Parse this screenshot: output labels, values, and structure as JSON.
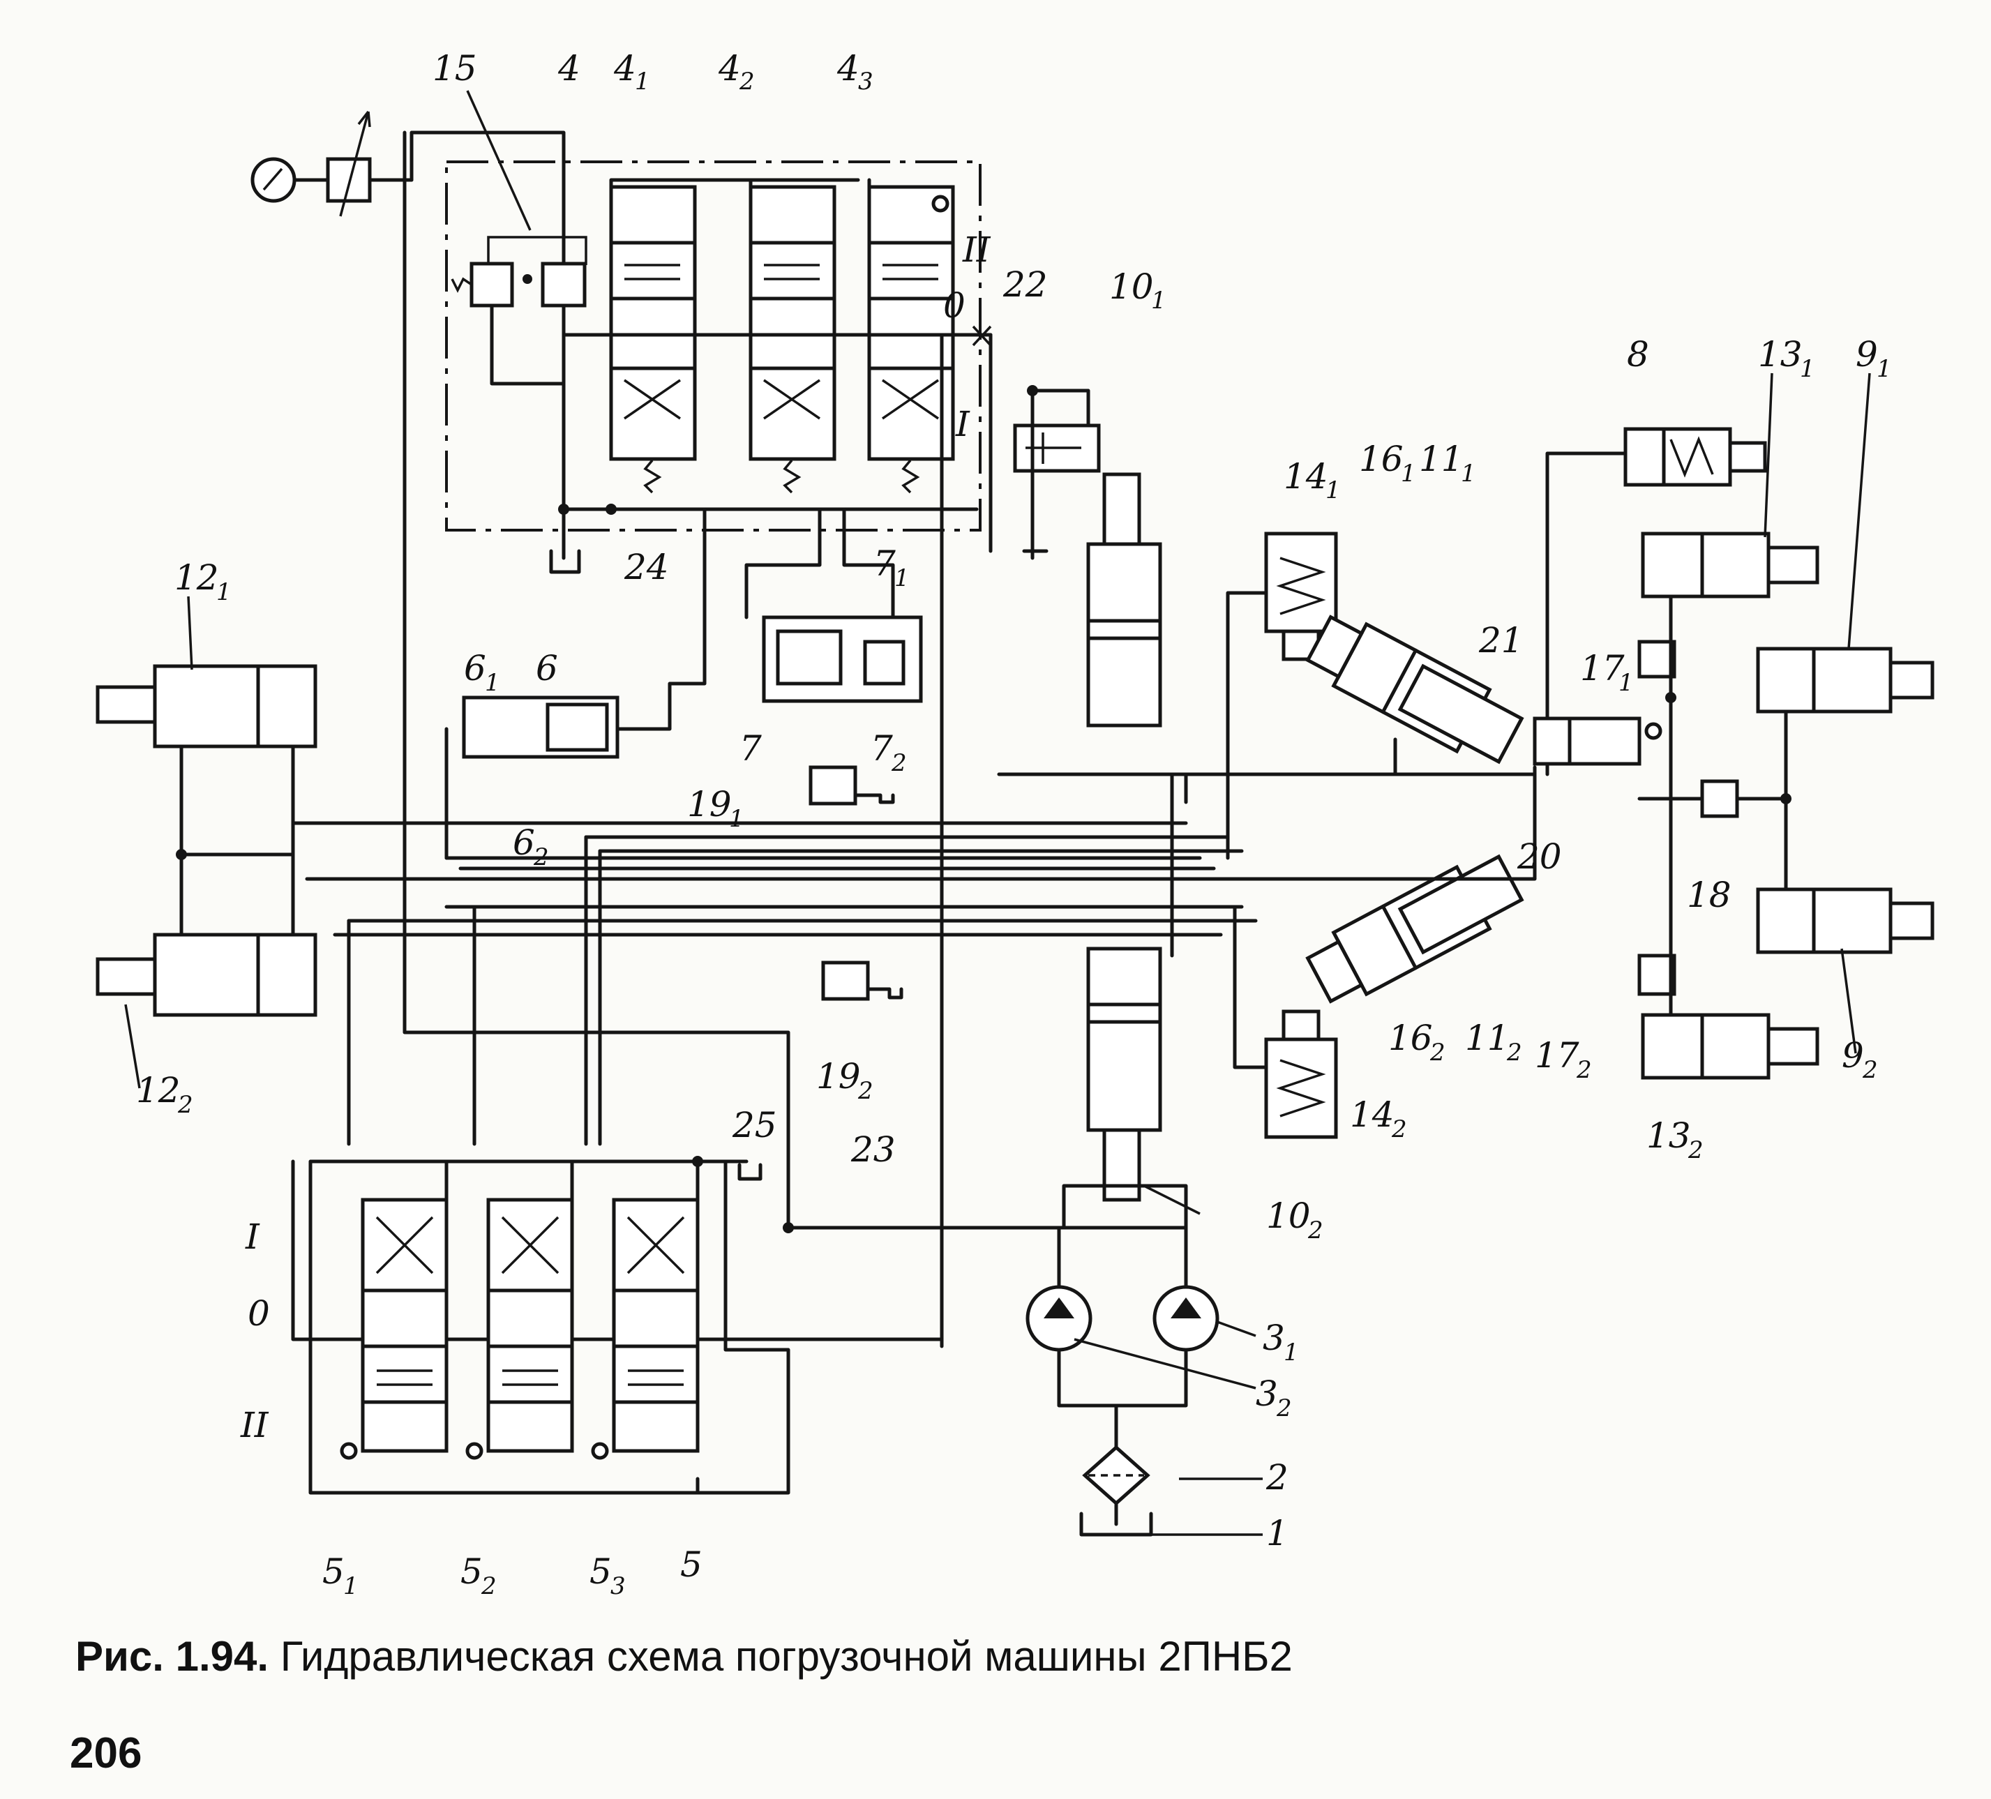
{
  "figure": {
    "caption_prefix": "Рис. 1.94.",
    "caption_text": "Гидравлическая схема погрузочной машины 2ПНБ2"
  },
  "page_number": "206",
  "labels": {
    "l15": "15",
    "l4": "4",
    "l4_1": "4",
    "l4_1s": "1",
    "l4_2": "4",
    "l4_2s": "2",
    "l4_3": "4",
    "l4_3s": "3",
    "l22": "22",
    "l10_1": "10",
    "l10_1s": "1",
    "l8": "8",
    "l13_1": "13",
    "l13_1s": "1",
    "l9_1": "9",
    "l9_1s": "1",
    "l14_1": "14",
    "l14_1s": "1",
    "l16_1": "16",
    "l16_1s": "1",
    "l11_1": "11",
    "l11_1s": "1",
    "l21": "21",
    "l17_1": "17",
    "l17_1s": "1",
    "l12_1": "12",
    "l12_1s": "1",
    "l6_1": "6",
    "l6_1s": "1",
    "l6": "6",
    "l7_1": "7",
    "l7_1s": "1",
    "l7": "7",
    "l7_2": "7",
    "l7_2s": "2",
    "l6_2": "6",
    "l6_2s": "2",
    "l19_1": "19",
    "l19_1s": "1",
    "l24": "24",
    "l20": "20",
    "l18": "18",
    "l12_2": "12",
    "l12_2s": "2",
    "l19_2": "19",
    "l19_2s": "2",
    "l16_2": "16",
    "l16_2s": "2",
    "l11_2": "11",
    "l11_2s": "2",
    "l17_2": "17",
    "l17_2s": "2",
    "l9_2": "9",
    "l9_2s": "2",
    "l14_2": "14",
    "l14_2s": "2",
    "l13_2": "13",
    "l13_2s": "2",
    "l25": "25",
    "l23": "23",
    "l10_2": "10",
    "l10_2s": "2",
    "l3_1": "3",
    "l3_1s": "1",
    "l3_2": "3",
    "l3_2s": "2",
    "l2": "2",
    "l1": "1",
    "l5_1": "5",
    "l5_1s": "1",
    "l5_2": "5",
    "l5_2s": "2",
    "l5_3": "5",
    "l5_3s": "3",
    "l5": "5",
    "posII_top": "II",
    "pos0_top": "0",
    "posI_top": "I",
    "posI_left": "I",
    "pos0_left": "0",
    "posII_left": "II"
  }
}
